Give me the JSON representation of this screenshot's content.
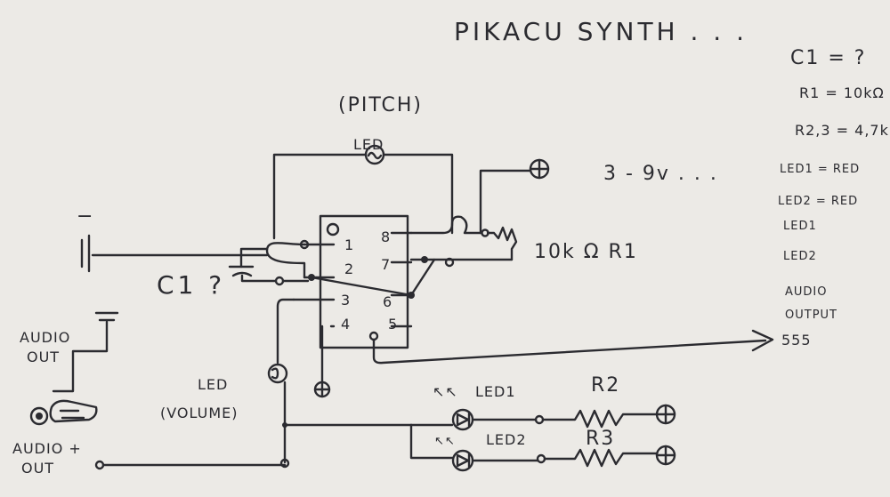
{
  "title": "PIKACU SYNTH . . .",
  "labels": {
    "pitch": "(PITCH)",
    "pitch_led": "LED",
    "volume_led": "LED",
    "volume": "(VOLUME)",
    "c1": "C1 ?",
    "supply": "3 - 9v . . .",
    "r1": "10k Ω R1",
    "led1": "LED1",
    "led2": "LED2",
    "r2": "R2",
    "r3": "R3",
    "audio_out_top": [
      "AUDIO",
      "OUT"
    ],
    "audio_out_bottom": [
      "AUDIO +",
      "OUT"
    ],
    "output_arrow": "555",
    "minus": "−",
    "plus": "+"
  },
  "pins": [
    "1",
    "2",
    "3",
    "4",
    "8",
    "7",
    "6",
    "5"
  ],
  "notes": [
    "C1 = ?",
    "R1 = 10kΩ",
    "R2,3 = 4,7k",
    "LED1 = RED",
    "LED2 = RED",
    "LED1",
    "LED2",
    "AUDIO",
    "OUTPUT"
  ]
}
